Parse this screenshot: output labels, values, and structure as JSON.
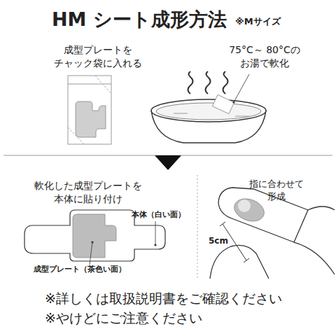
{
  "diagram": {
    "title": "HM シート成形方法",
    "labels": [
      "※Mサイズ",
      "成型プレートを チャック袋に入れる",
      "75°C～ 80°Cの お湯で軟化",
      "軟化した成型プレートを 本体に貼り付け",
      "本体（白い面）",
      "成型プレート（茶色い面）",
      "指に合わせて 形成",
      "5cm",
      "※詳しくは取扱説明書をご確認ください",
      "※やけどにご注意ください"
    ]
  }
}
